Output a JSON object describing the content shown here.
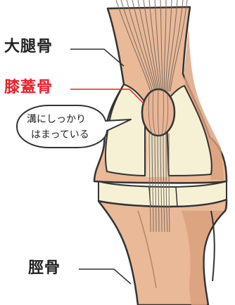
{
  "labels": {
    "femur": "大腿骨",
    "patella": "膝蓋骨",
    "tibia": "脛骨"
  },
  "callout": {
    "line1": "溝にしっかり",
    "line2": "はまっている"
  },
  "colors": {
    "patella_label": "#e8202a",
    "bone_fill": "#e9b998",
    "bone_shadow": "#dba07e",
    "cartilage_fill": "#f6f1d4",
    "patella_fill": "#e8b596",
    "tendon_stroke": "#7a6a60",
    "outline": "#333333",
    "bubble_fill": "#ffffff"
  }
}
